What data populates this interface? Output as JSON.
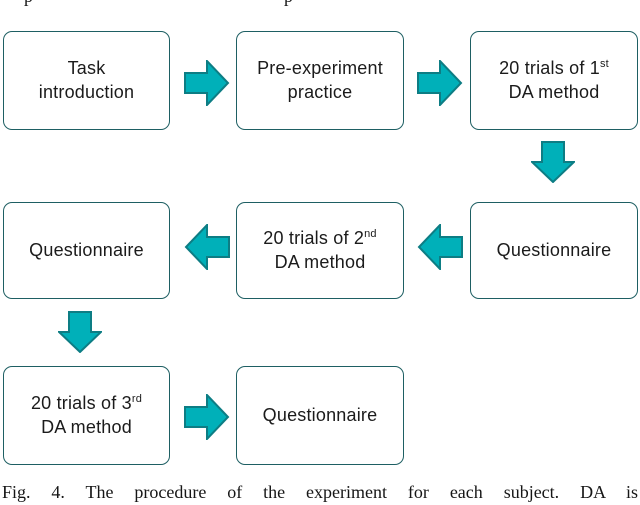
{
  "colors": {
    "arrow_fill": "#00b0b9",
    "arrow_stroke": "#0d7d84",
    "box_border": "#1e5f63",
    "box_fill": "#ffffff"
  },
  "flowchart": {
    "boxes": {
      "task_intro": {
        "text": "Task\nintroduction"
      },
      "practice": {
        "text": "Pre-experiment\npractice"
      },
      "trials1": {
        "main": "20 trials of 1",
        "sup": "st",
        "line2": "DA method"
      },
      "q1": {
        "text": "Questionnaire"
      },
      "trials2": {
        "main": "20 trials of 2",
        "sup": "nd",
        "line2": "DA method"
      },
      "q2": {
        "text": "Questionnaire"
      },
      "trials3": {
        "main": "20 trials of 3",
        "sup": "rd",
        "line2": "DA method"
      },
      "q3": {
        "text": "Questionnaire"
      }
    }
  },
  "fragments": {
    "left": "p",
    "right": "p"
  },
  "caption": "Fig. 4. The procedure of the experiment for each subject. DA is"
}
